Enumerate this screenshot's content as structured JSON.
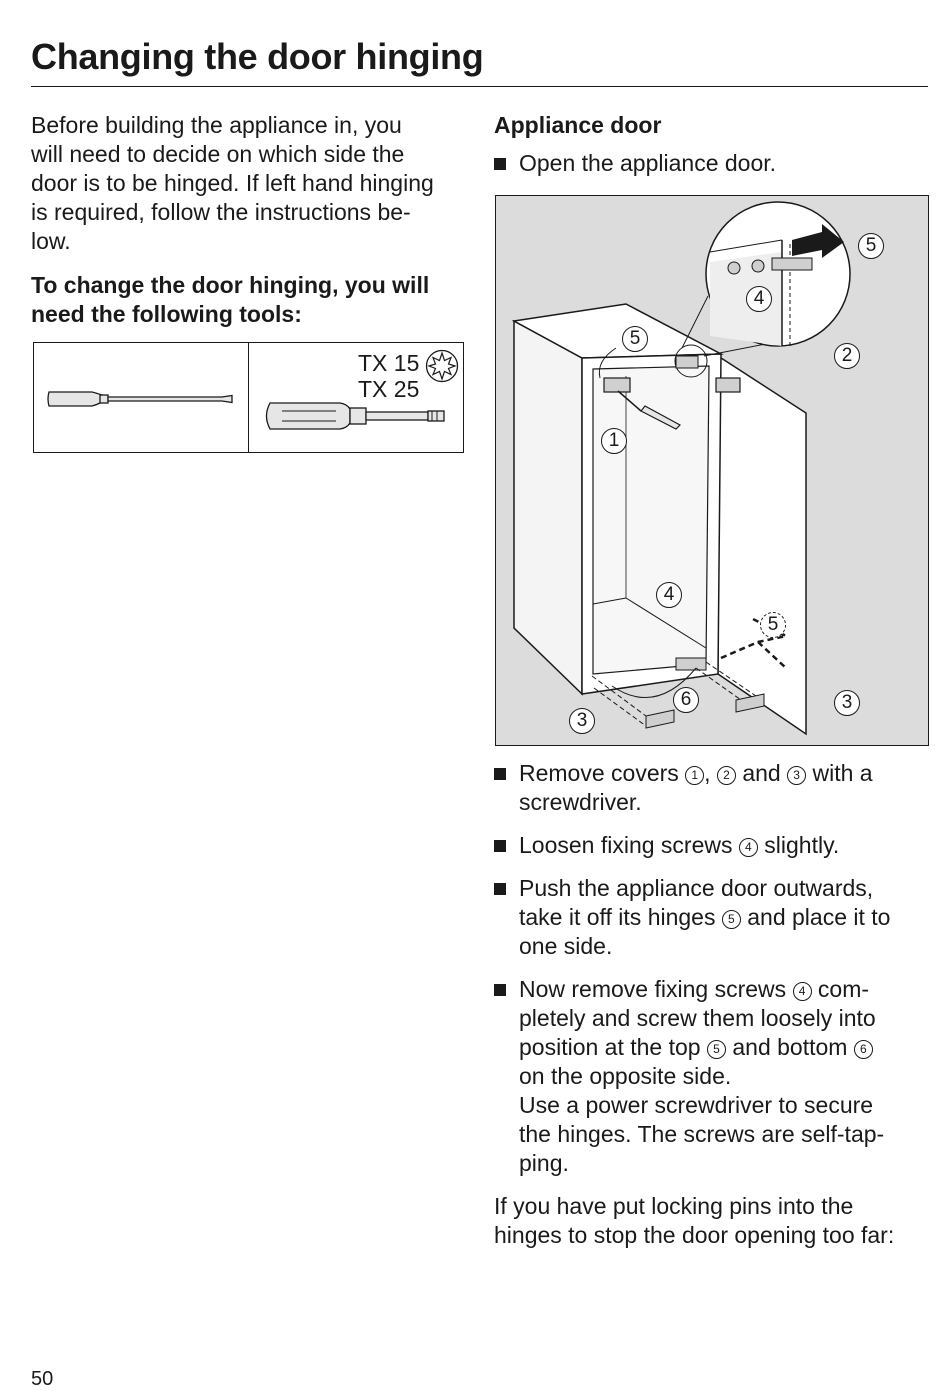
{
  "header": {
    "title": "Changing the door hinging"
  },
  "intro": {
    "paragraph": "Before building the appliance in, you will need to decide on which side the door is to be hinged. If left hand hinging is required, follow the instructions be-low.",
    "lines": [
      "Before building the appliance in, you",
      "will need to decide on which side the",
      "door is to be hinged. If left hand hinging",
      "is required, follow the instructions be-",
      "low."
    ],
    "tools_heading_lines": [
      "To change the door hinging, you will",
      "need the following tools:"
    ]
  },
  "tools": {
    "torx_line1": "TX 15",
    "torx_line2": "TX 25"
  },
  "section": {
    "heading": "Appliance door",
    "step0": "Open the appliance door."
  },
  "figure_labels": {
    "one": "1",
    "two": "2",
    "three": "3",
    "four": "4",
    "five": "5",
    "six": "6"
  },
  "steps": {
    "s1": {
      "a": "Remove covers",
      "b": ",",
      "c": "and",
      "d": "with a",
      "e": "screwdriver."
    },
    "s2": {
      "a": "Loosen fixing screws",
      "b": "slightly."
    },
    "s3": {
      "a": "Push the appliance door outwards,",
      "b": "take it off its hinges",
      "c": "and place it to",
      "d": "one side."
    },
    "s4": {
      "a": "Now remove fixing screws",
      "b": "com-",
      "c": "pletely and screw them loosely into",
      "d": "position at the top",
      "e": "and bottom",
      "f": "on the opposite side.",
      "g": "Use a power screwdriver to secure",
      "h": "the hinges. The screws are self-tap-",
      "i": "ping."
    }
  },
  "closing": {
    "line1": "If you have put locking pins into the",
    "line2": "hinges to stop the door opening too far:"
  },
  "footer": {
    "page_number": "50"
  }
}
